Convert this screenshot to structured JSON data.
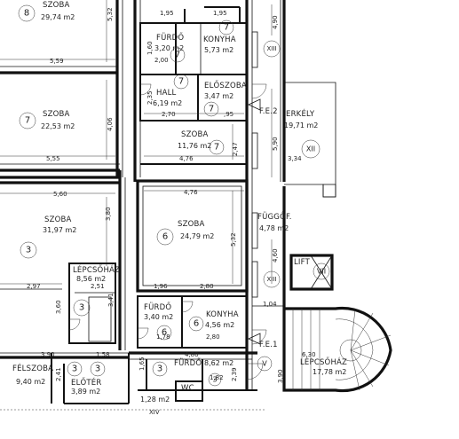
{
  "rooms": [
    {
      "name": "SZOBA",
      "area": "29,74 m2",
      "no": "8"
    },
    {
      "name": "FÜRDŐ",
      "area": "3,20 m2",
      "no": "7"
    },
    {
      "name": "KONYHA",
      "area": "5,73 m2",
      "no": "7"
    },
    {
      "name": "HALL",
      "area": "6,19 m2",
      "no": "7"
    },
    {
      "name": "ELŐSZOBA",
      "area": "3,47 m2",
      "no": "7"
    },
    {
      "name": "SZOBA",
      "area": "22,53 m2",
      "no": "7"
    },
    {
      "name": "SZOBA",
      "area": "11,76 m2",
      "no": "7"
    },
    {
      "name": "ERKÉLY",
      "area": "19,71 m2",
      "no": "XII"
    },
    {
      "name": "SZOBA",
      "area": "31,97 m2",
      "no": "3"
    },
    {
      "name": "SZOBA",
      "area": "24,79 m2",
      "no": "6"
    },
    {
      "name": "FÜGGŐF.",
      "area": "4,78 m2",
      "no": "XIII"
    },
    {
      "name": "LÉPCSŐHÁZ",
      "area": "8,56 m2",
      "no": "3"
    },
    {
      "name": "FÜRDŐ",
      "area": "3,40 m2",
      "no": "6"
    },
    {
      "name": "KONYHA",
      "area": "4,56 m2",
      "no": "6"
    },
    {
      "name": "LIFT",
      "area": "",
      "no": "VII"
    },
    {
      "name": "LÉPCSŐHÁZ",
      "area": "17,78 m2",
      "no": ""
    },
    {
      "name": "FÉLSZOBA",
      "area": "9,40 m2",
      "no": "3"
    },
    {
      "name": "ELŐTÉR",
      "area": "3,89 m2",
      "no": "3"
    },
    {
      "name": "FÜRDŐ",
      "area": "8,62 m2",
      "no": "3"
    },
    {
      "name": "WC",
      "area": "1,28 m2",
      "no": "3"
    }
  ],
  "floor_labels": {
    "fe2": "F.E.2",
    "fe1": "F.E.1",
    "xiii_top": "XIII",
    "xiii_mid": "XIII",
    "v": "V",
    "xiv": "XIV",
    "stair_dim": "6,30"
  },
  "dimensions": {
    "d559": "5,59",
    "d532a": "5,32",
    "d195a": "1,95",
    "d195b": "1,95",
    "d160": "1,60",
    "d200": "2,00",
    "d406": "4,06",
    "d555": "5,55",
    "d270": "2,70",
    "d235": "2,35",
    "d095": ",95",
    "d476a": "4,76",
    "d247": "2,47",
    "d590": "5,90",
    "d334": "3,34",
    "d490": "4,90",
    "d560": "5,60",
    "d380": "3,80",
    "d476b": "4,76",
    "d532b": "5,32",
    "d460": "4,60",
    "d297": "2,97",
    "d251": "2,51",
    "d360": "3,60",
    "d341": "3,41",
    "d196": "1,96",
    "d280a": "2,80",
    "d178": "1,78",
    "d280b": "2,80",
    "d104": "1,04",
    "d390": "3,90",
    "d158": "1,58",
    "d480": "4,80",
    "d241": "2,41",
    "d239": "2,39",
    "d182": "1,82",
    "d165": "1,65",
    "d390b": "3,90"
  }
}
